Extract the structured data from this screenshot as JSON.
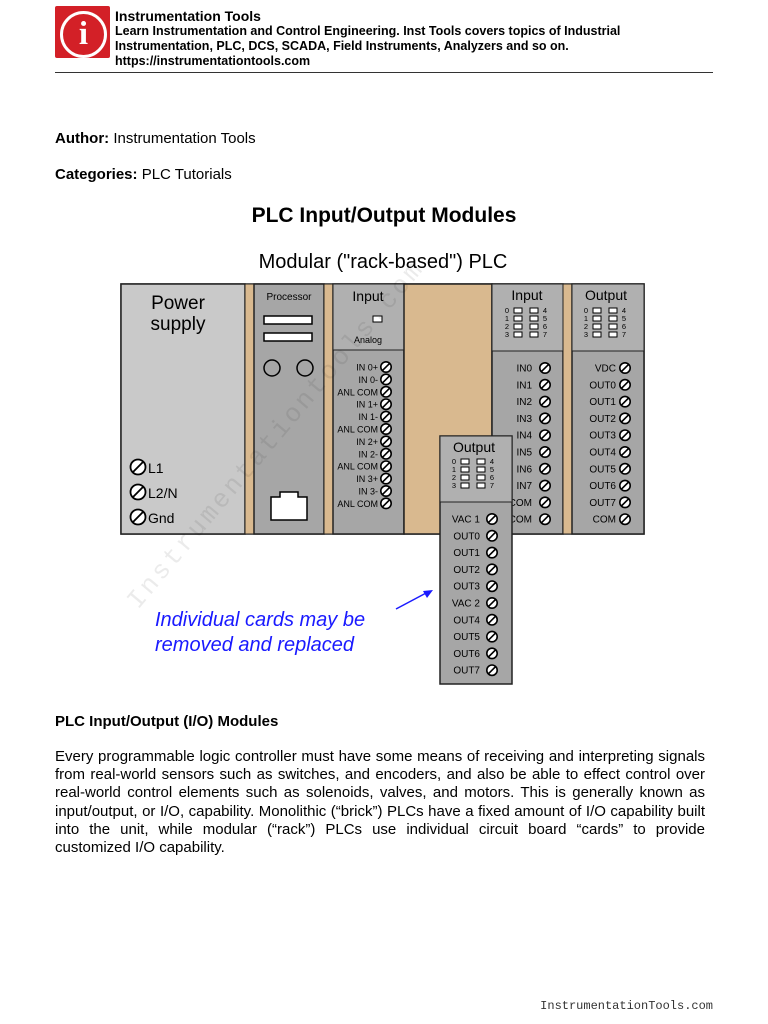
{
  "header": {
    "site_name": "Instrumentation Tools",
    "tagline": "Learn Instrumentation and Control Engineering. Inst Tools covers topics of Industrial Instrumentation, PLC, DCS, SCADA, Field Instruments, Analyzers and so on.",
    "url": "https://instrumentationtools.com",
    "logo_letter": "i"
  },
  "meta": {
    "author_label": "Author:",
    "author": "Instrumentation Tools",
    "categories_label": "Categories:",
    "categories": "PLC Tutorials"
  },
  "title": "PLC Input/Output Modules",
  "diagram": {
    "heading": "Modular (\"rack-based\") PLC",
    "watermark": "Instrumentationtools.com",
    "power_supply": {
      "title_line1": "Power",
      "title_line2": "supply",
      "terminals": [
        "L1",
        "L2/N",
        "Gnd"
      ]
    },
    "processor": {
      "title": "Processor"
    },
    "analog_input": {
      "title": "Input",
      "subtitle": "Analog",
      "terminals": [
        "IN 0+",
        "IN 0-",
        "ANL COM",
        "IN 1+",
        "IN 1-",
        "ANL COM",
        "IN 2+",
        "IN 2-",
        "ANL COM",
        "IN 3+",
        "IN 3-",
        "ANL COM"
      ]
    },
    "digital_input": {
      "title": "Input",
      "leds_left": [
        "0",
        "1",
        "2",
        "3"
      ],
      "leds_right": [
        "4",
        "5",
        "6",
        "7"
      ],
      "terminals": [
        "IN0",
        "IN1",
        "IN2",
        "IN3",
        "IN4",
        "IN5",
        "IN6",
        "IN7",
        "COM",
        "COM"
      ]
    },
    "digital_output": {
      "title": "Output",
      "leds_left": [
        "0",
        "1",
        "2",
        "3"
      ],
      "leds_right": [
        "4",
        "5",
        "6",
        "7"
      ],
      "terminals": [
        "VDC",
        "OUT0",
        "OUT1",
        "OUT2",
        "OUT3",
        "OUT4",
        "OUT5",
        "OUT6",
        "OUT7",
        "COM"
      ]
    },
    "removed_card": {
      "title": "Output",
      "leds_left": [
        "0",
        "1",
        "2",
        "3"
      ],
      "leds_right": [
        "4",
        "5",
        "6",
        "7"
      ],
      "terminals": [
        "VAC 1",
        "OUT0",
        "OUT1",
        "OUT2",
        "OUT3",
        "VAC 2",
        "OUT4",
        "OUT5",
        "OUT6",
        "OUT7"
      ]
    },
    "annotation_line1": "Individual cards may be",
    "annotation_line2": "removed and replaced",
    "annotation_color": "#1a1aff",
    "empty_slot_color": "#d9b98f",
    "module_gray": "#a6a6a6",
    "power_gray": "#c9c9c9"
  },
  "section_title": "PLC Input/Output (I/O) Modules",
  "body": "Every programmable logic controller must have some means of receiving and interpreting signals from real-world sensors such as switches, and encoders, and also be able to effect control over real-world control elements such as solenoids, valves, and motors. This is generally known as input/output, or I/O, capability. Monolithic (“brick”) PLCs have a fixed amount of I/O capability built into the unit, while modular (“rack”) PLCs use individual circuit board “cards” to provide customized I/O capability.",
  "footer": "InstrumentationTools.com"
}
